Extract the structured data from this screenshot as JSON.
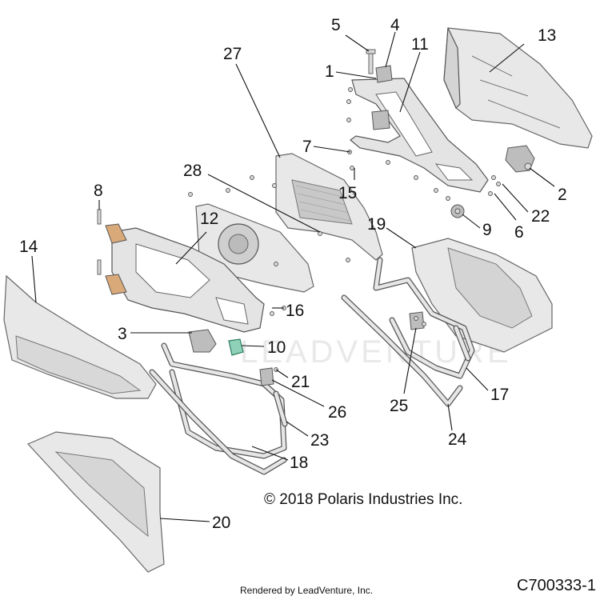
{
  "callouts": [
    {
      "id": "1",
      "label": "1"
    },
    {
      "id": "2",
      "label": "2"
    },
    {
      "id": "3",
      "label": "3"
    },
    {
      "id": "4",
      "label": "4"
    },
    {
      "id": "5",
      "label": "5"
    },
    {
      "id": "6",
      "label": "6"
    },
    {
      "id": "7",
      "label": "7"
    },
    {
      "id": "8",
      "label": "8"
    },
    {
      "id": "9",
      "label": "9"
    },
    {
      "id": "10",
      "label": "10"
    },
    {
      "id": "11",
      "label": "11"
    },
    {
      "id": "12",
      "label": "12"
    },
    {
      "id": "13",
      "label": "13"
    },
    {
      "id": "14",
      "label": "14"
    },
    {
      "id": "15",
      "label": "15"
    },
    {
      "id": "16",
      "label": "16"
    },
    {
      "id": "17",
      "label": "17"
    },
    {
      "id": "18",
      "label": "18"
    },
    {
      "id": "19",
      "label": "19"
    },
    {
      "id": "20",
      "label": "20"
    },
    {
      "id": "21",
      "label": "21"
    },
    {
      "id": "22",
      "label": "22"
    },
    {
      "id": "23",
      "label": "23"
    },
    {
      "id": "24",
      "label": "24"
    },
    {
      "id": "25",
      "label": "25"
    },
    {
      "id": "26",
      "label": "26"
    },
    {
      "id": "27",
      "label": "27"
    },
    {
      "id": "28",
      "label": "28"
    }
  ],
  "copyright": "© 2018 Polaris Industries Inc.",
  "rendered_by": "Rendered by LeadVenture, Inc.",
  "diagram_code": "C700333-1",
  "watermark": "LEADVENTURE",
  "colors": {
    "highlight_part": "#8fd1b8",
    "part_fill": "#e4e4e4",
    "line": "#111111"
  }
}
